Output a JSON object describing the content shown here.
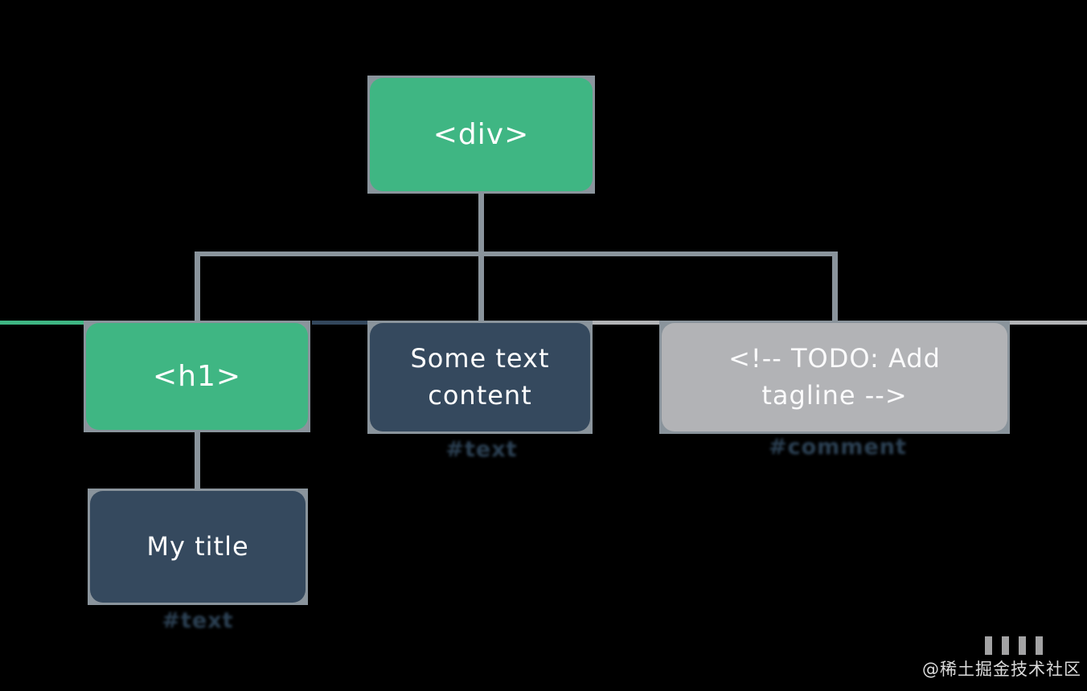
{
  "canvas": {
    "background": "#000000"
  },
  "diagram": {
    "type": "dom-tree",
    "nodes": {
      "div": {
        "label": "<div>",
        "kind": "element",
        "color": "#3fb683"
      },
      "h1": {
        "label": "<h1>",
        "kind": "element",
        "color": "#3fb683"
      },
      "text": {
        "label": "Some text content",
        "lines": [
          "Some text",
          "content"
        ],
        "kind": "text-node",
        "color": "#35495e",
        "annotation": "#text"
      },
      "comment": {
        "label": "<!-- TODO: Add tagline  -->",
        "lines": [
          "<!-- TODO: Add",
          "tagline  -->"
        ],
        "kind": "comment-node",
        "color": "#b2b3b6",
        "annotation": "#comment"
      },
      "title": {
        "label": "My title",
        "kind": "text-node",
        "color": "#35495e",
        "annotation": "#text"
      }
    },
    "edges": [
      {
        "from": "div",
        "to": "h1"
      },
      {
        "from": "div",
        "to": "text"
      },
      {
        "from": "div",
        "to": "comment"
      },
      {
        "from": "h1",
        "to": "title"
      }
    ],
    "colors": {
      "element_green": "#3fb683",
      "node_navy": "#35495e",
      "comment_gray": "#b2b3b6",
      "connector_gray": "#8a949c",
      "annotation_navy": "#2c4154",
      "background": "#000000"
    }
  },
  "watermark": {
    "text": "@稀土掘金技术社区"
  }
}
